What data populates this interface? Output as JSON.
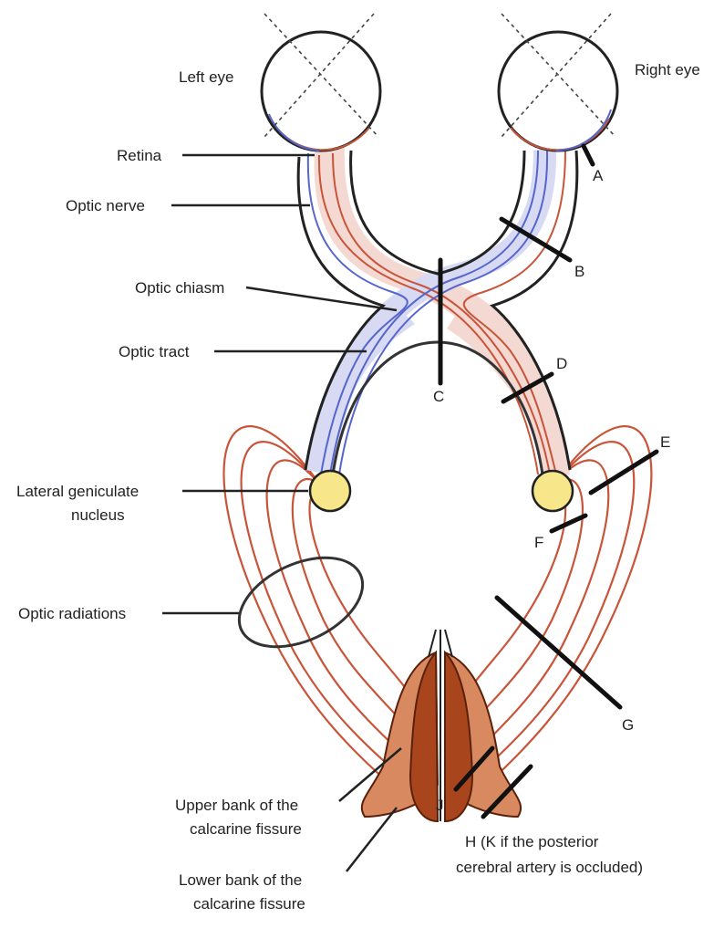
{
  "labels": {
    "left_eye": "Left eye",
    "right_eye": "Right eye",
    "retina": "Retina",
    "optic_nerve": "Optic nerve",
    "optic_chiasm": "Optic chiasm",
    "optic_tract": "Optic tract",
    "lgn_line1": "Lateral geniculate",
    "lgn_line2": "nucleus",
    "optic_radiations": "Optic radiations",
    "upper_bank_line1": "Upper bank of the",
    "upper_bank_line2": "calcarine fissure",
    "lower_bank_line1": "Lower bank of the",
    "lower_bank_line2": "calcarine fissure",
    "h_note_line1": "H (K if the posterior",
    "h_note_line2": "cerebral artery is occluded)"
  },
  "lesions": {
    "a": "A",
    "b": "B",
    "c": "C",
    "d": "D",
    "e": "E",
    "f": "F",
    "g": "G",
    "h": "H",
    "j": "J"
  },
  "colors": {
    "outline": "#222222",
    "nasal_fibers": "#5566cc",
    "temporal_fibers": "#c8553a",
    "left_tract_fill": "#d7daf2",
    "right_tract_fill": "#f4d8d2",
    "radiation": "#c8553a",
    "nucleus_fill": "#f7e68a",
    "cortex_dark": "#7a2e10",
    "cortex_mid": "#a9451d",
    "cortex_light": "#d9895f"
  }
}
